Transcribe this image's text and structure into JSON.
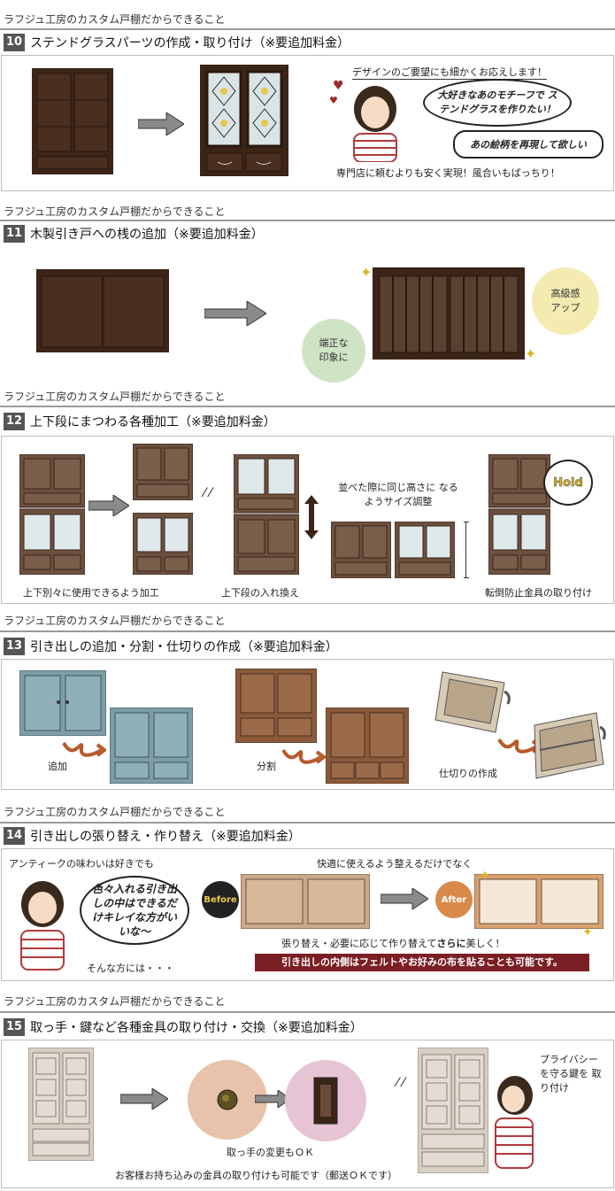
{
  "sections": [
    {
      "kicker": "ラフジュ工房のカスタム戸棚だからできること",
      "number": "10",
      "title": "ステンドグラスパーツの作成・取り付け（※要追加料金）",
      "caption_top": "デザインのご要望にも細かくお応えします！",
      "bubble1": "大好きなあのモチーフで ステンドグラスを作りたい！",
      "bubble2": "あの絵柄を再現して欲しい",
      "caption_bottom": "専門店に頼むよりも安く実現！風合いもばっちり！"
    },
    {
      "kicker": "ラフジュ工房のカスタム戸棚だからできること",
      "number": "11",
      "title": "木製引き戸への桟の追加（※要追加料金）",
      "circle_left": "端正な 印象に",
      "circle_right": "高級感 アップ"
    },
    {
      "kicker": "ラフジュ工房のカスタム戸棚だからできること",
      "number": "12",
      "title": "上下段にまつわる各種加工（※要追加料金）",
      "label_split": "上下別々に使用できるよう加工",
      "label_swap": "上下段の入れ換え",
      "label_height": "並べた際に同じ高さに なるようサイズ調整",
      "label_anchor": "転倒防止金具の取り付け",
      "hold": "Hold"
    },
    {
      "kicker": "ラフジュ工房のカスタム戸棚だからできること",
      "number": "13",
      "title": "引き出しの追加・分割・仕切りの作成（※要追加料金）",
      "label_add": "追加",
      "label_divide": "分割",
      "label_partition": "仕切りの作成"
    },
    {
      "kicker": "ラフジュ工房のカスタム戸棚だからできること",
      "number": "14",
      "title": "引き出しの張り替え・作り替え（※要追加料金）",
      "caption_left": "アンティークの味わいは好きでも",
      "bubble": "色々入れる引き出しの中はできるだけキレイな方がいいな～",
      "caption_left_bottom": "そんな方には・・・",
      "caption_top": "快適に使えるよう整えるだけでなく",
      "before": "Before",
      "after": "After",
      "caption_mid_a": "張り替え・必要に応じて作り替えて",
      "caption_mid_b": "さらに",
      "caption_mid_c": "美しく！",
      "banner": "引き出しの内側はフェルトやお好みの布を貼ることも可能です。"
    },
    {
      "kicker": "ラフジュ工房のカスタム戸棚だからできること",
      "number": "15",
      "title": "取っ手・鍵など各種金具の取り付け・交換（※要追加料金）",
      "caption_handle": "取っ手の変更もＯＫ",
      "caption_lock": "プライバシー を守る鍵を 取り付け",
      "caption_bottom": "お客様お持ち込みの金具の取り付けも可能です（郵送ＯＫです）"
    }
  ],
  "colors": {
    "wood_dark": "#3b2418",
    "wood_mid": "#6b5140",
    "wood_light": "#c9a98a",
    "teal": "#7d9ea6",
    "banner": "#7a1f24",
    "arrow": "#8a8a8a",
    "peach": "#e8c2aa",
    "pink": "#e6c4d3",
    "mint": "#cfe3c5"
  }
}
